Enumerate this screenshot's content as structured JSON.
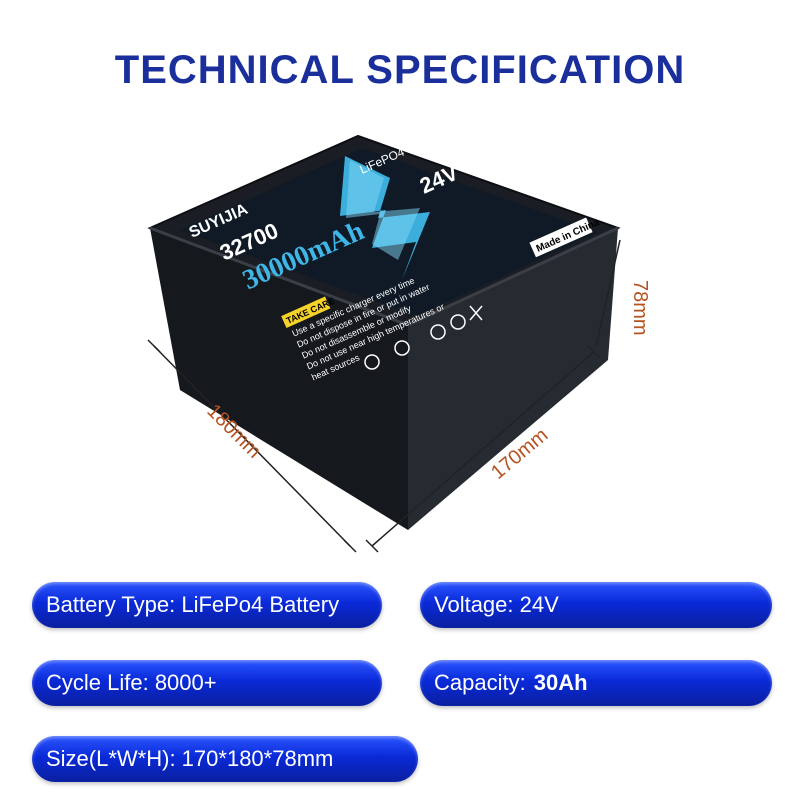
{
  "title": "TECHNICAL SPECIFICATION",
  "product": {
    "brand": "SUYIJIA",
    "model": "32700",
    "capacity_label": "30000mAh",
    "chemistry": "LiFePO4",
    "voltage_label": "24V",
    "origin": "Made in China",
    "care_title": "TAKE CARE",
    "care_lines": [
      "Use a specific charger every time",
      "Do not dispose in fire or put in water",
      "Do not disassemble or modify",
      "Do not use near high temperatures or",
      "heat sources"
    ],
    "dim_length": "180mm",
    "dim_width": "170mm",
    "dim_height": "78mm",
    "colors": {
      "case": "#1e2228",
      "accent": "#3fb6e6",
      "label": "#0f1a26"
    }
  },
  "specs": {
    "battery_type": "Battery Type: LiFePo4 Battery",
    "voltage": "Voltage: 24V",
    "cycle_life": "Cycle Life: 8000+",
    "capacity_label": "Capacity:",
    "capacity_value": "30Ah",
    "size": "Size(L*W*H): 170*180*78mm"
  }
}
